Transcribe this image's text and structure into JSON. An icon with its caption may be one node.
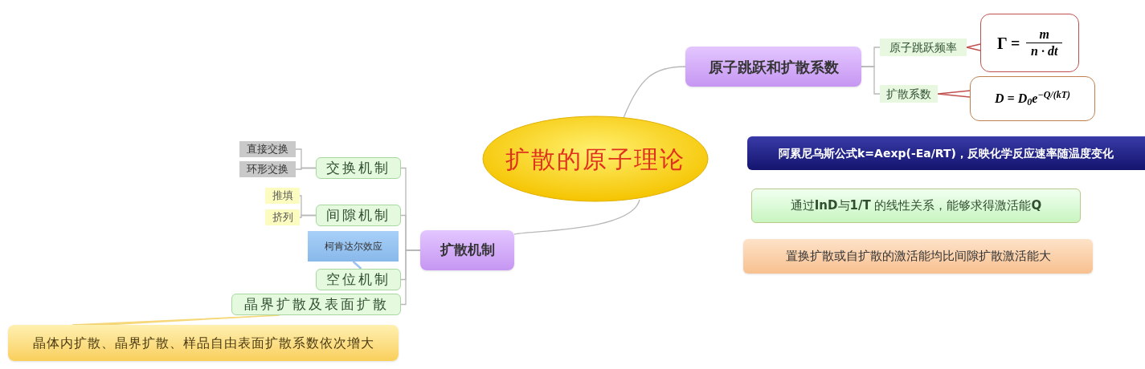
{
  "diagram": {
    "nodes": [
      {
        "text": [
          "扩散的原子理论"
        ]
      },
      {
        "text": [
          "原子跳跃和扩散系数"
        ]
      },
      {
        "text": [
          "原子跳跃频率"
        ]
      },
      {
        "text": [
          "Γ =",
          "m",
          "n · dt"
        ]
      },
      {
        "text": [
          "扩散系数"
        ]
      },
      {
        "text": [
          "D = D$_{0}$e$^{−Q/(kT)}$"
        ]
      },
      {
        "text": [
          "阿累尼乌斯公式k=Aexp(-Ea/RT)，反映化学反应速率随温度变化"
        ]
      },
      {
        "text": [
          "通过**InD**与**1/T** 的线性关系，能够求得激活能**Q**"
        ]
      },
      {
        "text": [
          "置换扩散或自扩散的激活能均比间隙扩散激活能大"
        ]
      },
      {
        "text": [
          "扩散机制"
        ]
      },
      {
        "text": [
          "交换机制"
        ]
      },
      {
        "text": [
          "直接交换"
        ]
      },
      {
        "text": [
          "环形交换"
        ]
      },
      {
        "text": [
          "间隙机制"
        ]
      },
      {
        "text": [
          "推填"
        ]
      },
      {
        "text": [
          "挤列"
        ]
      },
      {
        "text": [
          "柯肯达尔效应"
        ]
      },
      {
        "text": [
          "空位机制"
        ]
      },
      {
        "text": [
          "晶界扩散及表面扩散"
        ]
      },
      {
        "text": [
          "晶体内扩散、晶界扩散、样品自由表面扩散系数依次增大"
        ]
      }
    ],
    "edges": [
      {
        "from": 0,
        "to": 1,
        "arrow": "none"
      },
      {
        "from": 1,
        "to": 2,
        "arrow": "none"
      },
      {
        "from": 1,
        "to": 4,
        "arrow": "none"
      },
      {
        "from": 2,
        "to": 3,
        "arrow": "none",
        "color": "#c0504d"
      },
      {
        "from": 4,
        "to": 5,
        "arrow": "none",
        "color": "#c0504d"
      },
      {
        "from": 0,
        "to": 9,
        "arrow": "none"
      },
      {
        "from": 9,
        "to": 10,
        "arrow": "none"
      },
      {
        "from": 9,
        "to": 13,
        "arrow": "none"
      },
      {
        "from": 9,
        "to": 17,
        "arrow": "none"
      },
      {
        "from": 9,
        "to": 18,
        "arrow": "none"
      },
      {
        "from": 10,
        "to": 11,
        "arrow": "none"
      },
      {
        "from": 10,
        "to": 12,
        "arrow": "none"
      },
      {
        "from": 13,
        "to": 14,
        "arrow": "none"
      },
      {
        "from": 13,
        "to": 15,
        "arrow": "none"
      },
      {
        "from": 16,
        "to": 17,
        "arrow": "none",
        "color": "#9cc3ee"
      },
      {
        "from": 19,
        "to": 18,
        "arrow": "none",
        "color": "#f6d87a"
      }
    ]
  }
}
